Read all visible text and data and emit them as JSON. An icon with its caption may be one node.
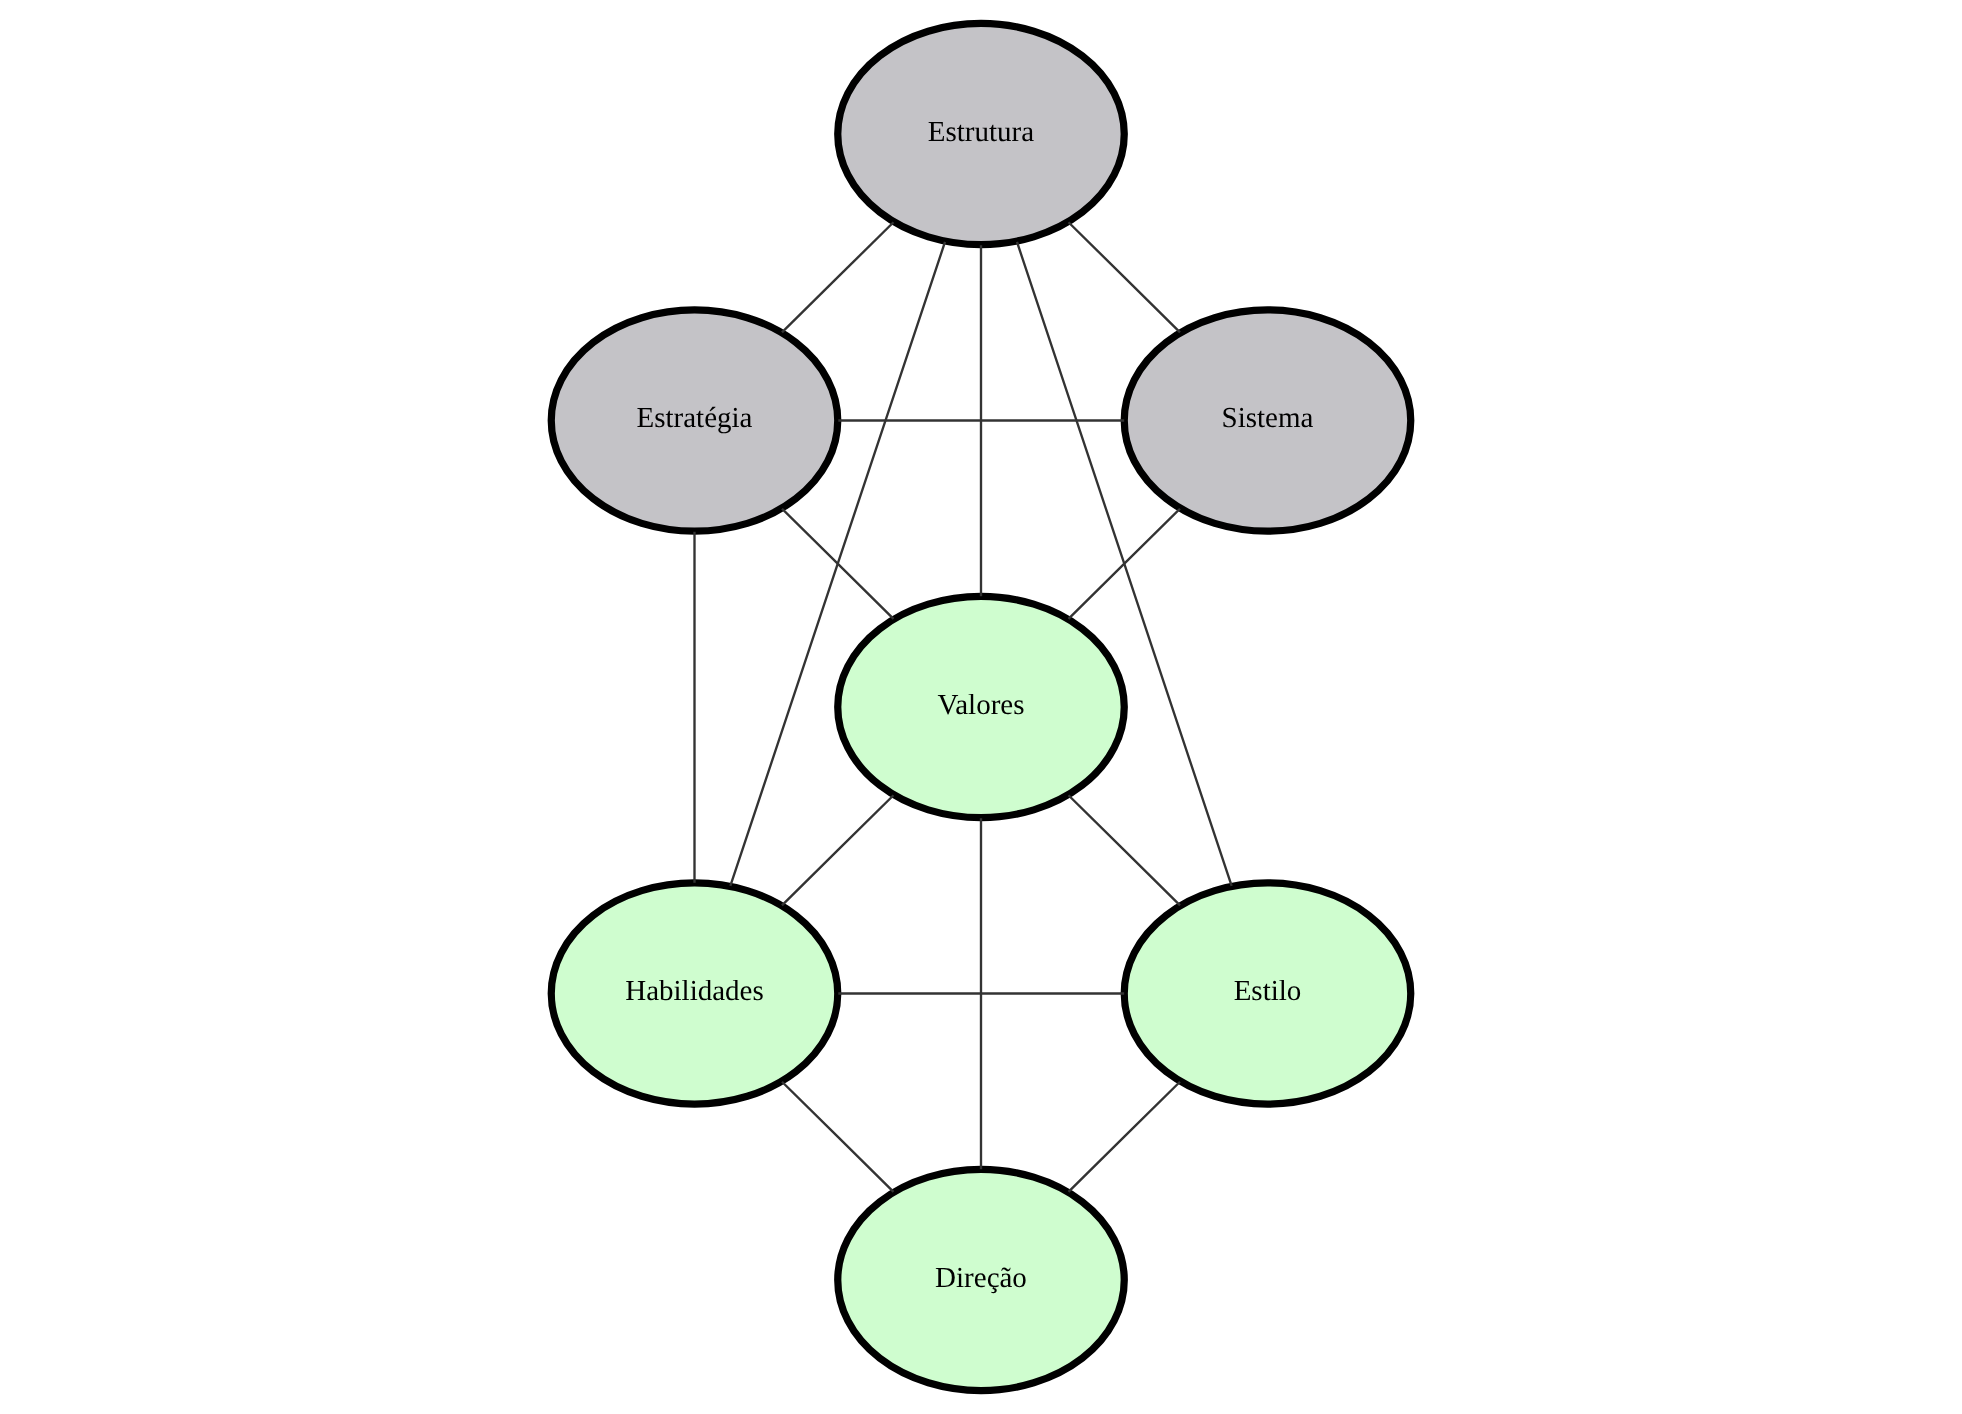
{
  "diagram": {
    "nodes": [
      {
        "text": [
          "Estrutura"
        ]
      },
      {
        "text": [
          "Estratégia"
        ]
      },
      {
        "text": [
          "Sistema"
        ]
      },
      {
        "text": [
          "Valores"
        ]
      },
      {
        "text": [
          "Habilidades"
        ]
      },
      {
        "text": [
          "Estilo"
        ]
      },
      {
        "text": [
          "Direção"
        ]
      }
    ],
    "edges": [
      {
        "from": 1,
        "to": 0,
        "arrow": "none"
      },
      {
        "from": 0,
        "to": 2,
        "arrow": "none"
      },
      {
        "from": 1,
        "to": 2,
        "arrow": "none"
      },
      {
        "from": 0,
        "to": 3,
        "arrow": "none"
      },
      {
        "from": 0,
        "to": 4,
        "arrow": "none"
      },
      {
        "from": 0,
        "to": 5,
        "arrow": "none"
      },
      {
        "from": 1,
        "to": 3,
        "arrow": "none"
      },
      {
        "from": 1,
        "to": 4,
        "arrow": "none"
      },
      {
        "from": 2,
        "to": 3,
        "arrow": "none"
      },
      {
        "from": 3,
        "to": 4,
        "arrow": "none"
      },
      {
        "from": 3,
        "to": 5,
        "arrow": "none"
      },
      {
        "from": 3,
        "to": 6,
        "arrow": "none"
      },
      {
        "from": 4,
        "to": 5,
        "arrow": "none"
      },
      {
        "from": 4,
        "to": 6,
        "arrow": "none"
      },
      {
        "from": 5,
        "to": 6,
        "arrow": "none"
      }
    ]
  }
}
